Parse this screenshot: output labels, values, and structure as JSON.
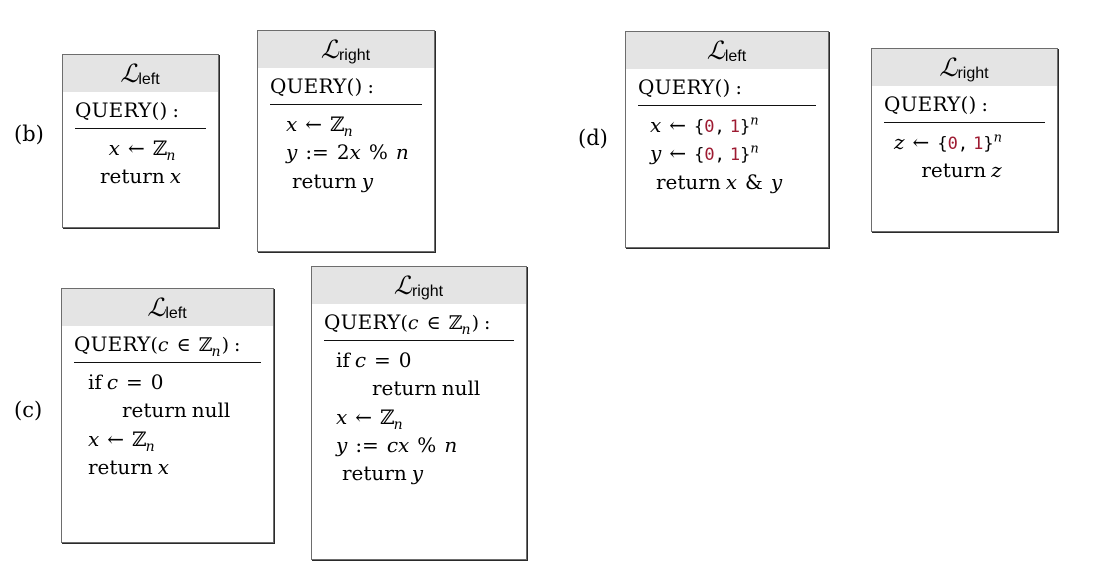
{
  "figure": {
    "panels": [
      {
        "id": "b",
        "label": "(b)",
        "boxes": [
          {
            "side": "left",
            "title_L": "ℒ",
            "title_sub": "left",
            "signature": "QUERY() :",
            "lines": [
              "x ← ℤn",
              "return x"
            ]
          },
          {
            "side": "right",
            "title_L": "ℒ",
            "title_sub": "right",
            "signature": "QUERY() :",
            "lines": [
              "x ← ℤn",
              "y := 2x % n",
              "return y"
            ]
          }
        ]
      },
      {
        "id": "c",
        "label": "(c)",
        "boxes": [
          {
            "side": "left",
            "title_L": "ℒ",
            "title_sub": "left",
            "signature": "QUERY(c ∈ ℤn) :",
            "lines": [
              "if c = 0",
              "return null",
              "x ← ℤn",
              "return x"
            ]
          },
          {
            "side": "right",
            "title_L": "ℒ",
            "title_sub": "right",
            "signature": "QUERY(c ∈ ℤn) :",
            "lines": [
              "if c = 0",
              "return null",
              "x ← ℤn",
              "y := cx % n",
              "return y"
            ]
          }
        ]
      },
      {
        "id": "d",
        "label": "(d)",
        "boxes": [
          {
            "side": "left",
            "title_L": "ℒ",
            "title_sub": "left",
            "signature": "QUERY() :",
            "lines": [
              "x ← {0, 1}n",
              "y ← {0, 1}n",
              "return x & y"
            ]
          },
          {
            "side": "right",
            "title_L": "ℒ",
            "title_sub": "right",
            "signature": "QUERY() :",
            "lines": [
              "z ← {0, 1}n",
              "return z"
            ]
          }
        ]
      }
    ]
  },
  "tokens": {
    "query": "QUERY",
    "paren_open": "(",
    "paren_close": ")",
    "colon": ":",
    "empty_args": "()",
    "arrow": "←",
    "assign": ":=",
    "percent": "%",
    "equals": "=",
    "in": "∈",
    "amp": "&",
    "if": "if",
    "return": "return",
    "null": "null",
    "zset": "ℤ",
    "bit_zero": "0",
    "bit_one": "1",
    "brace_open": "{",
    "brace_close": "}",
    "comma": ",",
    "var_x": "x",
    "var_y": "y",
    "var_z": "z",
    "var_c": "c",
    "var_n": "n",
    "const_2": "2",
    "zero": "0"
  },
  "colors": {
    "header_bg": "#e4e4e4",
    "border": "#6d6d6d",
    "shadow": "#2a2a2a",
    "text": "#000000",
    "literal_red": "#9e1b32",
    "page_bg": "#ffffff"
  }
}
